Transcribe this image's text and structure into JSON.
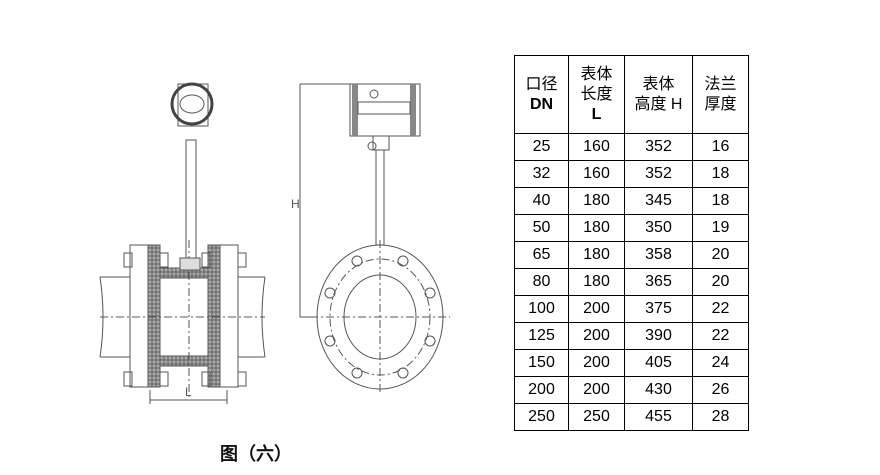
{
  "figure": {
    "caption": "图（六）",
    "dim_length_label": "L",
    "dim_height_label": "H"
  },
  "table": {
    "headers": [
      {
        "line1": "口径",
        "line2": "DN",
        "line3": ""
      },
      {
        "line1": "表体",
        "line2": "长度",
        "line3": "L"
      },
      {
        "line1": "表体",
        "line2": "高度 H",
        "line3": ""
      },
      {
        "line1": "法兰",
        "line2": "厚度",
        "line3": ""
      }
    ],
    "rows": [
      [
        "25",
        "160",
        "352",
        "16"
      ],
      [
        "32",
        "160",
        "352",
        "18"
      ],
      [
        "40",
        "180",
        "345",
        "18"
      ],
      [
        "50",
        "180",
        "350",
        "19"
      ],
      [
        "65",
        "180",
        "358",
        "20"
      ],
      [
        "80",
        "180",
        "365",
        "20"
      ],
      [
        "100",
        "200",
        "375",
        "22"
      ],
      [
        "125",
        "200",
        "390",
        "22"
      ],
      [
        "150",
        "200",
        "405",
        "24"
      ],
      [
        "200",
        "200",
        "430",
        "26"
      ],
      [
        "250",
        "250",
        "455",
        "28"
      ]
    ]
  }
}
